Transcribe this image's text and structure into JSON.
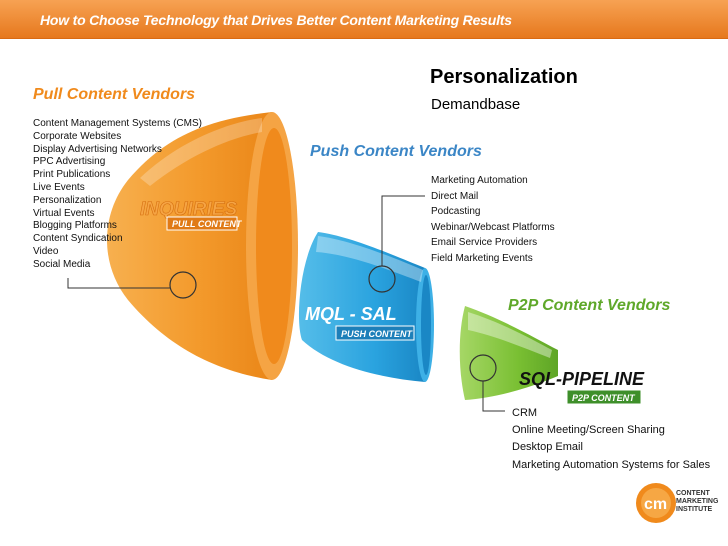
{
  "title": "How to Choose Technology that Drives Better Content Marketing Results",
  "pull": {
    "heading": "Pull Content Vendors",
    "items": [
      "Content Management Systems (CMS)",
      "Corporate Websites",
      "Display Advertising Networks",
      "PPC Advertising",
      "Print Publications",
      "Live Events",
      "Personalization",
      "Virtual Events",
      "Blogging Platforms",
      "Content Syndication",
      "Video",
      "Social Media"
    ],
    "funnel_label": "INQUIRIES",
    "funnel_sublabel": "PULL CONTENT"
  },
  "personalization": {
    "title": "Personalization",
    "vendor": "Demandbase"
  },
  "push": {
    "heading": "Push Content Vendors",
    "items": [
      "Marketing Automation",
      "Direct Mail",
      "Podcasting",
      "Webinar/Webcast Platforms",
      "Email Service Providers",
      "Field Marketing Events"
    ],
    "funnel_label": "MQL - SAL",
    "funnel_sublabel": "PUSH CONTENT"
  },
  "p2p": {
    "heading": "P2P Content Vendors",
    "items": [
      "CRM",
      "Online Meeting/Screen Sharing",
      "Desktop Email",
      "Marketing Automation Systems for Sales"
    ],
    "funnel_label": "SQL-PIPELINE",
    "funnel_sublabel": "P2P CONTENT"
  },
  "logo": {
    "mark": "cm",
    "lines": [
      "CONTENT",
      "MARKETING",
      "INSTITUTE"
    ]
  },
  "colors": {
    "orange": "#f39a2c",
    "blue": "#2aa3df",
    "green": "#79bf32",
    "title_bar": "#ee8a2f",
    "heading_orange": "#f08a1c",
    "heading_blue": "#3b86c6",
    "heading_green": "#5fa82a"
  }
}
